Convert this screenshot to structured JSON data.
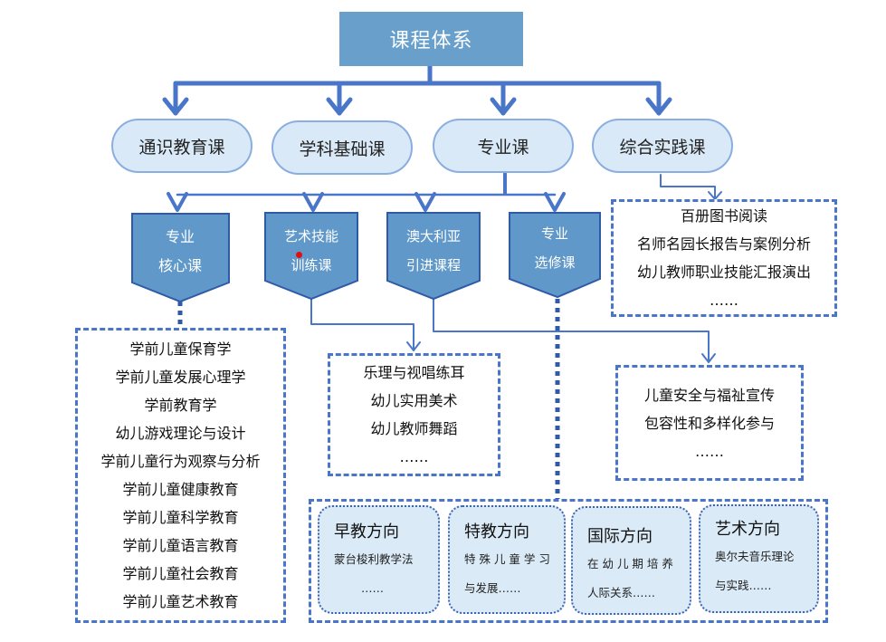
{
  "root": {
    "label": "课程体系"
  },
  "level1": [
    {
      "label": "通识教育课"
    },
    {
      "label": "学科基础课"
    },
    {
      "label": "专业课"
    },
    {
      "label": "综合实践课"
    }
  ],
  "level2": [
    {
      "line1": "专业",
      "line2": "核心课"
    },
    {
      "line1": "艺术技能",
      "line2": "训练课"
    },
    {
      "line1": "澳大利亚",
      "line2": "引进课程"
    },
    {
      "line1": "专业",
      "line2": "选修课"
    }
  ],
  "practice_box": {
    "items": [
      "百册图书阅读",
      "名师名园长报告与案例分析",
      "幼儿教师职业技能汇报演出",
      "……"
    ]
  },
  "core_box": {
    "items": [
      "学前儿童保育学",
      "学前儿童发展心理学",
      "学前教育学",
      "幼儿游戏理论与设计",
      "学前儿童行为观察与分析",
      "学前儿童健康教育",
      "学前儿童科学教育",
      "学前儿童语言教育",
      "学前儿童社会教育",
      "学前儿童艺术教育"
    ]
  },
  "art_box": {
    "items": [
      "乐理与视唱练耳",
      "幼儿实用美术",
      "幼儿教师舞蹈",
      "……"
    ]
  },
  "australia_box": {
    "items": [
      "儿童安全与福祉宣传",
      "包容性和多样化参与",
      "……"
    ]
  },
  "directions": [
    {
      "title": "早教方向",
      "line1": "蒙台梭利教学法",
      "line2": "……"
    },
    {
      "title": "特教方向",
      "line1": "特 殊 儿 童 学 习",
      "line2": "与发展……"
    },
    {
      "title": "国际方向",
      "line1": "在 幼 儿 期 培 养",
      "line2": "人际关系……"
    },
    {
      "title": "艺术方向",
      "line1": "奥尔夫音乐理论",
      "line2": "与实践……"
    }
  ],
  "colors": {
    "connector": "#4a76c9",
    "root_fill": "#689fcb",
    "pill_fill": "#d9e9f7",
    "pent_fill": "#5f98c9",
    "pent_stroke": "#2f5aa8",
    "marker": "#e01010"
  }
}
